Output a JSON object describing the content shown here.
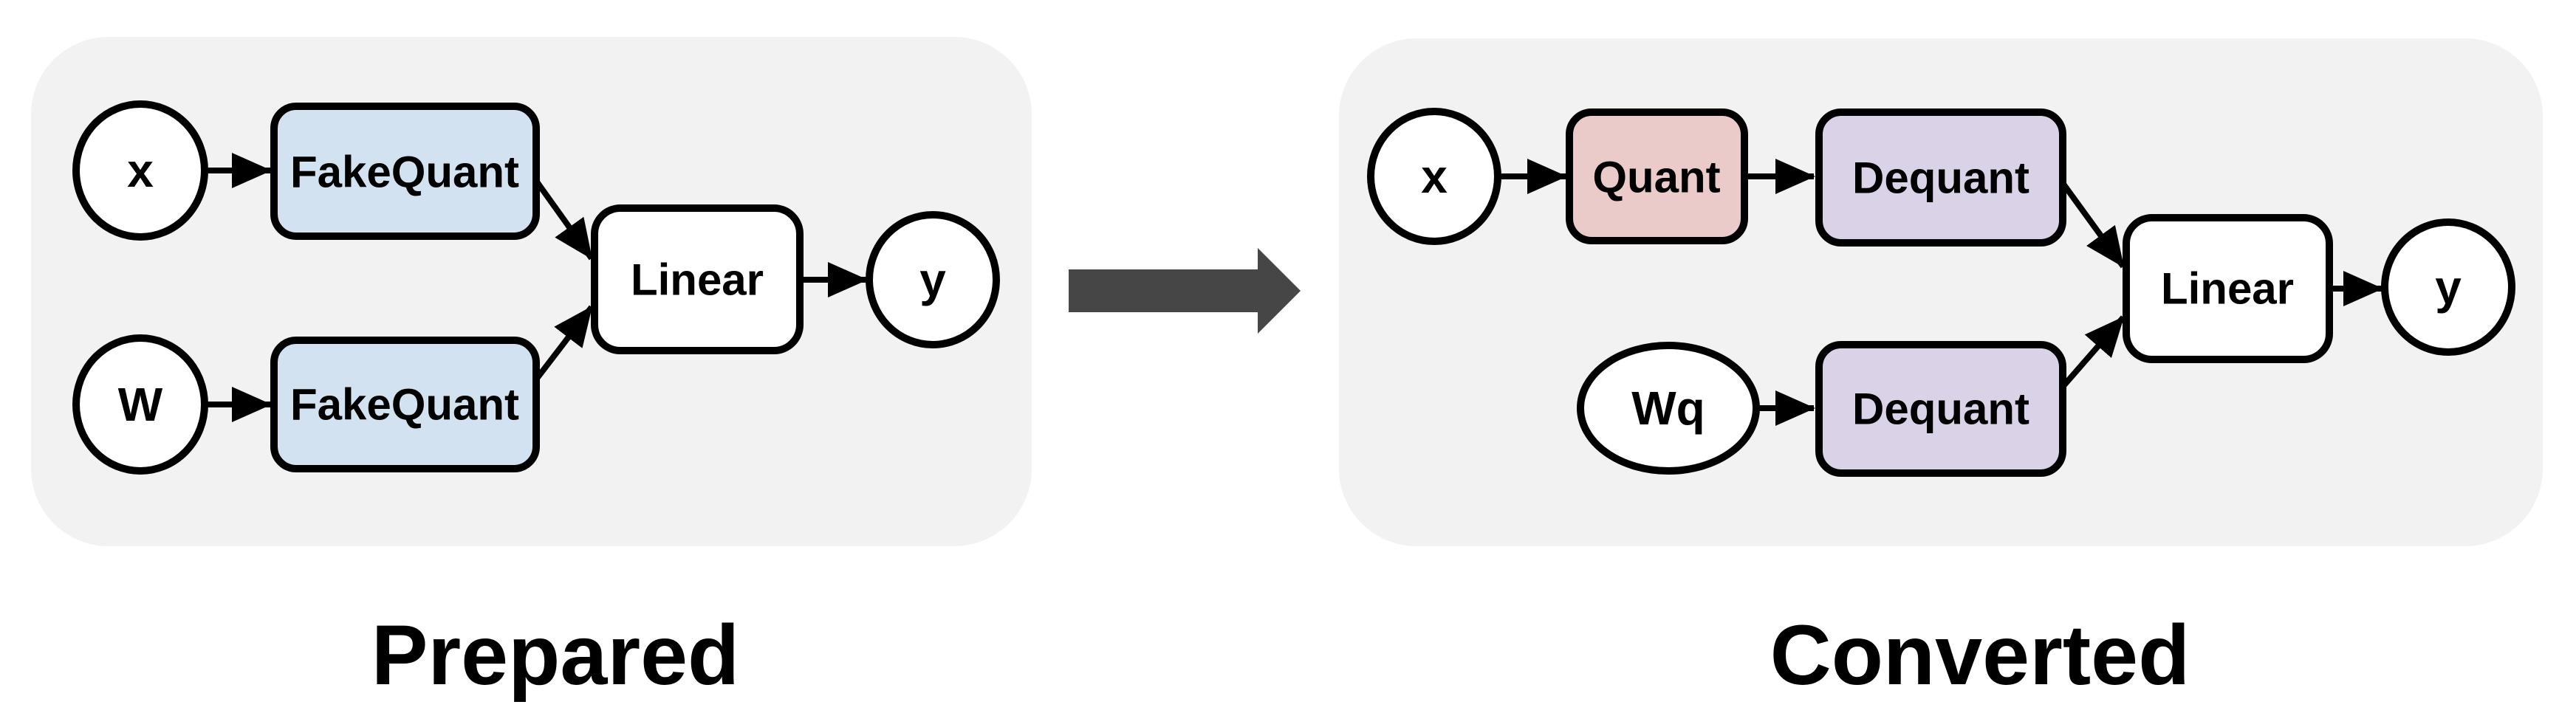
{
  "diagram": {
    "title_hint": "Quantization graph transformation: Prepared vs Converted",
    "colors": {
      "panel_bg": "#f2f2f2",
      "fakequant": "#d3e2f0",
      "quant": "#eacbc9",
      "dequant": "#dad3e8",
      "node_white": "#ffffff",
      "stroke": "#000000",
      "transition_arrow": "#464646",
      "transition_arrow_outline": "#d2d2d2"
    },
    "panels": [
      {
        "label": "Prepared",
        "nodes": {
          "input": "x",
          "input_fakequant": "FakeQuant",
          "weight": "W",
          "weight_fakequant": "FakeQuant",
          "op": "Linear",
          "output": "y"
        }
      },
      {
        "label": "Converted",
        "nodes": {
          "input": "x",
          "quant": "Quant",
          "input_dequant": "Dequant",
          "weight": "Wq",
          "weight_dequant": "Dequant",
          "op": "Linear",
          "output": "y"
        }
      }
    ]
  }
}
